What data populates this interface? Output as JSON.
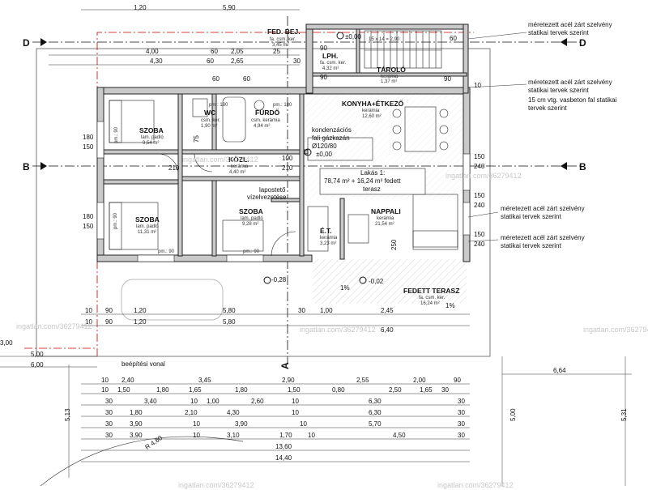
{
  "rooms": {
    "fed_bej": {
      "name": "FED. BEJ.",
      "material": "fa. csm. ker.",
      "area": "3,45 m²"
    },
    "lph": {
      "name": "LPH.",
      "material": "fa. csm. ker.",
      "area": "4,32 m²"
    },
    "tarolo": {
      "name": "TÁROLÓ",
      "material": "kerámia",
      "area": "1,37 m²"
    },
    "konyha": {
      "name": "KONYHA+ÉTKEZŐ",
      "material": "kerámia",
      "area": "12,60 m²"
    },
    "wc": {
      "name": "WC",
      "material": "csm. ker.",
      "area": "1,90 m²"
    },
    "furdo": {
      "name": "FÜRDŐ",
      "material": "csm. kerámia",
      "area": "4,94 m²"
    },
    "szoba1": {
      "name": "SZOBA",
      "material": "lam. padló",
      "area": "9,54 m²"
    },
    "kozl": {
      "name": "KÖZL.",
      "material": "kerámia",
      "area": "4,40 m²"
    },
    "szoba2": {
      "name": "SZOBA",
      "material": "lam. padló",
      "area": "11,31 m²"
    },
    "szoba3": {
      "name": "SZOBA",
      "material": "lam. padló",
      "area": "9,28 m²"
    },
    "et": {
      "name": "É.T.",
      "material": "kerámia",
      "area": "3,23 m²"
    },
    "nappali": {
      "name": "NAPPALI",
      "material": "kerámia",
      "area": "21,54 m²"
    },
    "terasz": {
      "name": "FEDETT TERASZ",
      "material": "fa. csm. ker.",
      "area": "16,24 m²"
    }
  },
  "labels": {
    "gazkazan1": "kondenzációs",
    "gazkazan2": "fali gázkazán",
    "gazkazan3": "Ø120/80",
    "lapostető1": "lapostető",
    "lapostető2": "vízelvezetése",
    "lakas1": "Lakás 1:",
    "lakas2": "78,74 m² + 16,24 m² fedett",
    "lakas3": "terasz",
    "level_0": "±0,00",
    "level_0b": "±0,00",
    "level_m002": "-0,02",
    "level_m028": "-0,28",
    "slope1": "1%",
    "slope2": "1%",
    "epitesi": "beépítési vonal",
    "pm90a": "pm.: 90",
    "pm90b": "pm.: 90",
    "pm90c": "pm.: 90",
    "pm90d": "pm.: 90",
    "pm180": "pm.: 180",
    "pm180b": "pm.: 180",
    "stair": "15 x 14 = 2,90"
  },
  "sections": {
    "d": "D",
    "b": "B",
    "a": "A"
  },
  "notes": {
    "n1a": "méretezett acél zárt szelvény",
    "n1b": "statikai tervek szerint",
    "n2a": "méretezett acél zárt szelvény",
    "n2b": "statikai tervek szerint",
    "n3a": "15 cm vtg. vasbeton fal statikai",
    "n3b": "tervek szerint",
    "n4a": "méretezett acél zárt szelvény",
    "n4b": "statikai tervek szerint",
    "n5a": "méretezett acél zárt szelvény",
    "n5b": "statikai tervek szerint"
  },
  "dims": {
    "top": [
      "1,20",
      "5,90",
      "4,00",
      "60",
      "2,05",
      "4,30",
      "2,65",
      "60",
      "25",
      "30",
      "90",
      "90",
      "60",
      "10"
    ],
    "bottom1": [
      "10",
      "90",
      "1,20",
      "5,80",
      "30",
      "1,00",
      "2,45"
    ],
    "bottom2": [
      "10",
      "90",
      "1,20",
      "5,80",
      "6,40"
    ],
    "r1": [
      "10",
      "2,40",
      "3,45",
      "2,90",
      "2,55",
      "2,00",
      "90"
    ],
    "r2": [
      "10",
      "1,50",
      "1,80",
      "1,65",
      "1,80",
      "1,50",
      "0,80",
      "2,50",
      "1,65",
      "30"
    ],
    "r3": [
      "30",
      "3,40",
      "10",
      "1,00",
      "2,60",
      "10",
      "6,30",
      "30"
    ],
    "r4": [
      "30",
      "1,80",
      "2,10",
      "4,30",
      "10",
      "6,30",
      "30"
    ],
    "r5": [
      "30",
      "3,90",
      "10",
      "3,90",
      "10",
      "5,70",
      "30"
    ],
    "r6": [
      "30",
      "3,90",
      "10",
      "3,10",
      "1,70",
      "10",
      "4,50",
      "30"
    ],
    "r7": [
      "13,60"
    ],
    "r8": [
      "14,40"
    ],
    "left": [
      "5,00",
      "6,00",
      "5,13",
      "3,00"
    ],
    "right": [
      "6,64",
      "5,00",
      "5,31"
    ],
    "misc": [
      "60",
      "180",
      "150",
      "180",
      "150",
      "100",
      "210",
      "150",
      "240",
      "150",
      "240",
      "150",
      "240",
      "250",
      "210",
      "75",
      "60",
      "90",
      "R 4,60"
    ]
  },
  "watermark": "ingatlan.com/36279412"
}
